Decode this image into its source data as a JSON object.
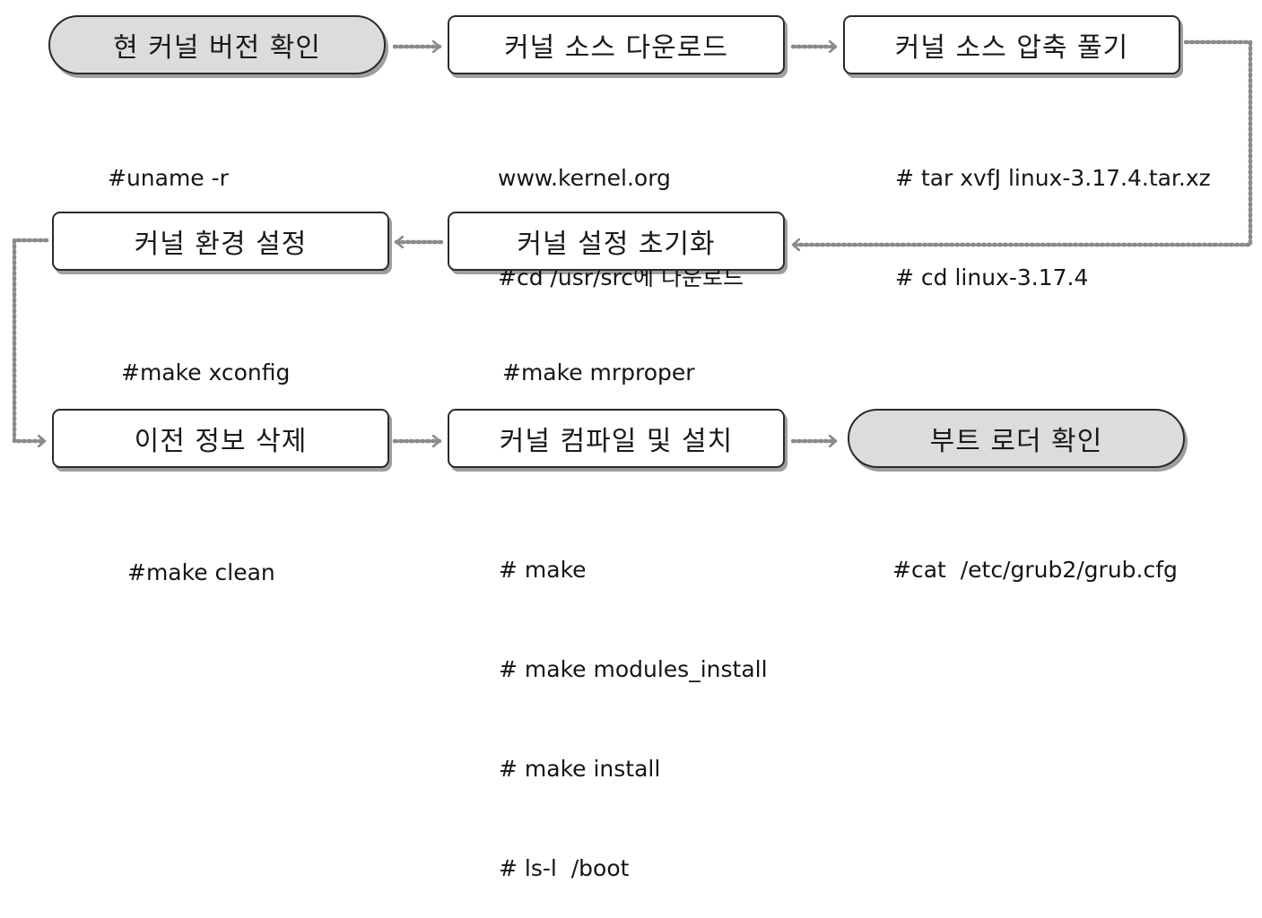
{
  "steps": [
    {
      "label": "현 커널 버전 확인",
      "commands": [
        "#uname -r"
      ]
    },
    {
      "label": "커널 소스 다운로드",
      "commands": [
        "www.kernel.org",
        "#cd /usr/src에 다운로드"
      ]
    },
    {
      "label": "커널 소스 압축 풀기",
      "commands": [
        "# tar xvfJ linux-3.17.4.tar.xz",
        "# cd linux-3.17.4"
      ]
    },
    {
      "label": "커널 설정 초기화",
      "commands": [
        "#make mrproper"
      ]
    },
    {
      "label": "커널 환경 설정",
      "commands": [
        "#make xconfig"
      ]
    },
    {
      "label": "이전 정보 삭제",
      "commands": [
        "#make clean"
      ]
    },
    {
      "label": "커널 컴파일 및 설치",
      "commands": [
        "# make",
        "# make modules_install",
        "# make install",
        "# ls-l  /boot"
      ]
    },
    {
      "label": "부트 로더 확인",
      "commands": [
        "#cat  /etc/grub2/grub.cfg"
      ]
    }
  ],
  "colors": {
    "terminal_fill": "#dcdcdc",
    "box_border": "#2a2a2a",
    "connector": "#8a8a8a"
  }
}
